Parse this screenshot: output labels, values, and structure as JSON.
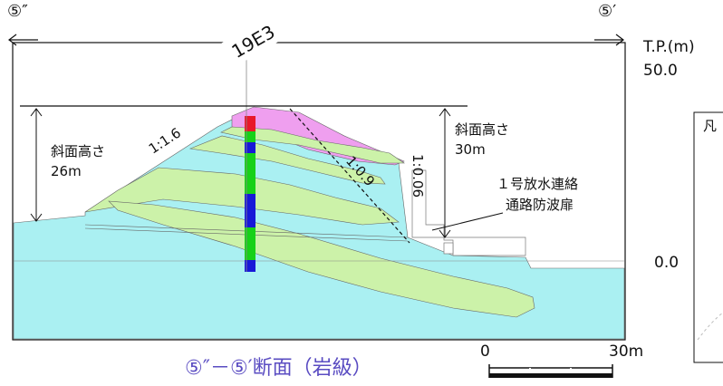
{
  "section": {
    "left_marker": "⑤″",
    "right_marker": "⑤′",
    "line_label": "19E3"
  },
  "tp_label": "T.P.(m)",
  "elevations": {
    "top": "50.0",
    "zero": "0.0"
  },
  "legend_title_fragment": "凡",
  "annotations": {
    "left_height_title": "斜面高さ",
    "left_height_value": "26m",
    "right_height_title": "斜面高さ",
    "right_height_value": "30m",
    "slope_1": "1:1.6",
    "slope_2": "1:0.9",
    "slope_3": "1:0.06",
    "facility_line1": "１号放水連絡",
    "facility_line2": "通路防波扉"
  },
  "caption": "⑤″－⑤′断面（岩級）",
  "scale_bar": {
    "start": "0",
    "end": "30m"
  },
  "colors": {
    "layer_cyan": "#aaf0f2",
    "layer_green": "#ccf2a9",
    "layer_pink": "#ef9fef",
    "borehole_red": "#e8182a",
    "borehole_green": "#17d118",
    "borehole_blue": "#1818d8",
    "caption": "#5a4cc2"
  }
}
